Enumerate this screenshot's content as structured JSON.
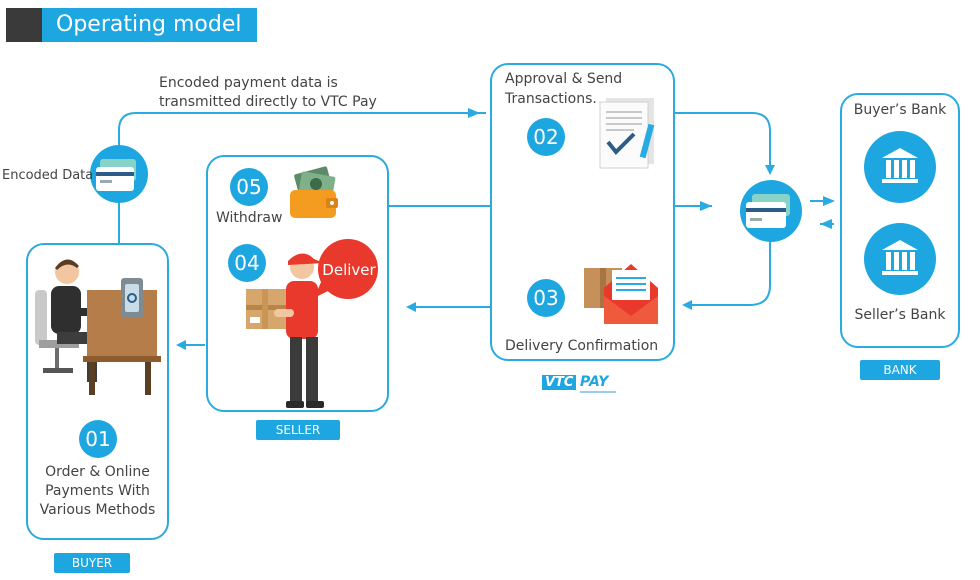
{
  "header": {
    "title": "Operating model"
  },
  "flow": {
    "encoded_note_line1": "Encoded payment data is",
    "encoded_note_line2": "transmitted directly to VTC Pay",
    "encoded_data_label": "Encoded Data"
  },
  "buyer": {
    "step": "01",
    "line1": "Order & Online",
    "line2": "Payments With",
    "line3": "Various Methods",
    "tag": "BUYER"
  },
  "seller": {
    "withdraw_step": "05",
    "withdraw_label": "Withdraw",
    "deliver_step": "04",
    "deliver_bubble": "Deliver",
    "tag": "SELLER"
  },
  "vtc": {
    "approval_line1": "Approval & Send",
    "approval_line2": "Transactions.",
    "approval_step": "02",
    "delivery_step": "03",
    "delivery_label": "Delivery Confirmation",
    "logo_left": "VTC",
    "logo_right": "PAY"
  },
  "bank": {
    "buyers_bank": "Buyer’s Bank",
    "sellers_bank": "Seller’s Bank",
    "tag": "BANK"
  },
  "colors": {
    "accent": "#1ea6e0",
    "dark": "#3a3a3a",
    "line": "#29abe2"
  }
}
